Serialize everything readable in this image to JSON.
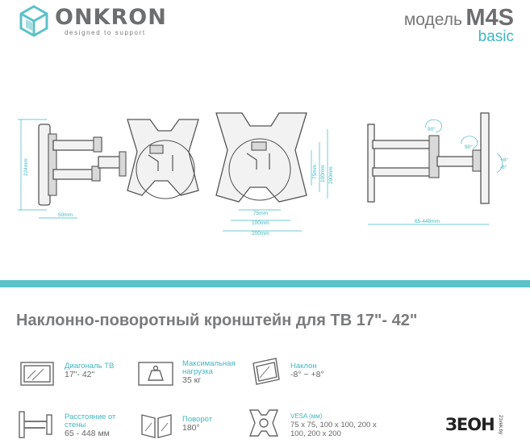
{
  "brand": {
    "name": "ONKRON",
    "tagline": "designed to support"
  },
  "model": {
    "label": "модель",
    "name": "M4S",
    "variant": "basic"
  },
  "dimensions": {
    "side_height": "224mm",
    "wall_offset": "50mm",
    "vesa_h_small": "75mm",
    "vesa_h_mid": "100mm",
    "vesa_h_large": "200mm",
    "vesa_v_small": "75mm",
    "vesa_v_mid": "100mm",
    "vesa_v_large": "200mm",
    "reach": "65-448mm",
    "swivel_top": "90°",
    "swivel_mid": "90°",
    "tilt_up": "+8°",
    "tilt_down": "-8°"
  },
  "title": "Наклонно-поворотный кронштейн для ТВ 17\"- 42\"",
  "specs": [
    {
      "label": "Диагональ ТВ",
      "value": "17\"- 42\""
    },
    {
      "label": "Максимальная нагрузка",
      "value": "35 кг"
    },
    {
      "label": "Наклон",
      "value": "-8° ~ +8°"
    },
    {
      "label": "Расстояние от стены",
      "value": "65 - 448 мм"
    },
    {
      "label": "Поворот",
      "value": "180°"
    },
    {
      "label": "VESA (мм)",
      "value": "75 x 75, 100 x 100, 200 x 100, 200 x 200"
    }
  ],
  "retailer": {
    "name": "ЗЕОН",
    "suffix": "21vek.by"
  },
  "colors": {
    "accent": "#3fb6c0",
    "band": "#5cc2c9",
    "text": "#6d6e70"
  }
}
